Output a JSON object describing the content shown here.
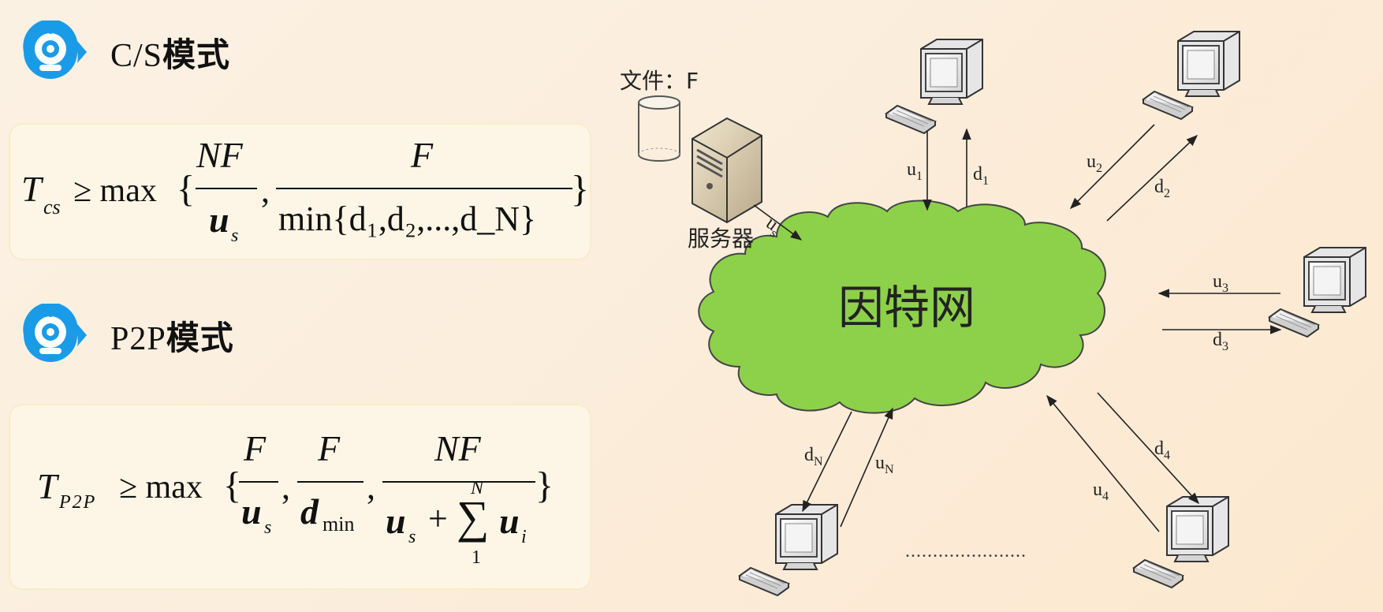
{
  "cs_section": {
    "mode_prefix": "C/S",
    "mode_suffix": "模式",
    "formula": {
      "lhs_symbol": "T",
      "lhs_subscript": "cs",
      "relation": "≥ max",
      "open_brace": "{",
      "close_brace": "}",
      "comma": ",",
      "term1_numerator": "NF",
      "term1_denominator_var": "u",
      "term1_denominator_sub": "s",
      "term2_numerator": "F",
      "term2_denominator": "min{d₁,d₂,...,d_N}"
    }
  },
  "p2p_section": {
    "mode_prefix": "P2P",
    "mode_suffix": "模式",
    "formula": {
      "lhs_symbol": "T",
      "lhs_subscript": "P2P",
      "relation": "≥ max",
      "open_brace": "{",
      "close_brace": "}",
      "comma": ",",
      "term1_numerator": "F",
      "term1_denominator_var": "u",
      "term1_denominator_sub": "s",
      "term2_numerator": "F",
      "term2_denominator_var": "d",
      "term2_denominator_sub": "min",
      "term3_numerator": "NF",
      "term3_denominator_var": "u",
      "term3_denominator_sub": "s",
      "term3_plus": "+",
      "term3_sum_symbol": "∑",
      "term3_sum_upper": "N",
      "term3_sum_lower": "1",
      "term3_sum_var": "u",
      "term3_sum_sub": "i"
    }
  },
  "diagram": {
    "file_label": "文件：F",
    "server_label": "服务器",
    "internet_label": "因特网",
    "ellipsis": "......................",
    "links": {
      "us": {
        "base": "u",
        "sub": "s"
      },
      "u1": {
        "base": "u",
        "sub": "1"
      },
      "d1": {
        "base": "d",
        "sub": "1"
      },
      "u2": {
        "base": "u",
        "sub": "2"
      },
      "d2": {
        "base": "d",
        "sub": "2"
      },
      "u3": {
        "base": "u",
        "sub": "3"
      },
      "d3": {
        "base": "d",
        "sub": "3"
      },
      "u4": {
        "base": "u",
        "sub": "4"
      },
      "d4": {
        "base": "d",
        "sub": "4"
      },
      "uN": {
        "base": "u",
        "sub": "N"
      },
      "dN": {
        "base": "d",
        "sub": "N"
      }
    },
    "icons": [
      "camera-bubble-icon",
      "database-cylinder-icon",
      "server-tower-icon",
      "computer-monitor-icon",
      "keyboard-icon",
      "cloud-shape"
    ],
    "colors": {
      "cloud": "#8dd14a",
      "icon_blue": "#1a9be8"
    }
  }
}
